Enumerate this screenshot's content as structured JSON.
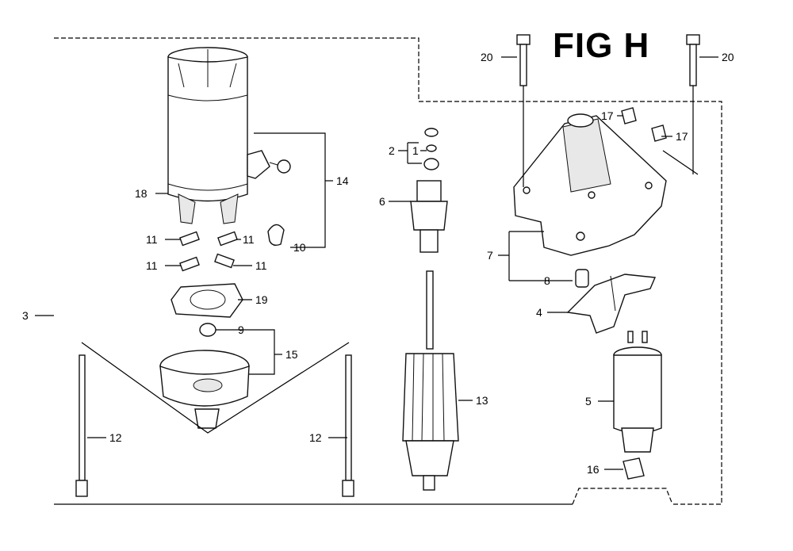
{
  "figure": {
    "title": "FIG H"
  },
  "callouts": {
    "c1": "1",
    "c2": "2",
    "c3": "3",
    "c4": "4",
    "c5": "5",
    "c6": "6",
    "c7": "7",
    "c8": "8",
    "c9": "9",
    "c10": "10",
    "c11a": "11",
    "c11b": "11",
    "c11c": "11",
    "c11d": "11",
    "c12a": "12",
    "c12b": "12",
    "c13": "13",
    "c14": "14",
    "c15": "15",
    "c16": "16",
    "c17a": "17",
    "c17b": "17",
    "c18": "18",
    "c19": "19",
    "c20a": "20",
    "c20b": "20"
  }
}
